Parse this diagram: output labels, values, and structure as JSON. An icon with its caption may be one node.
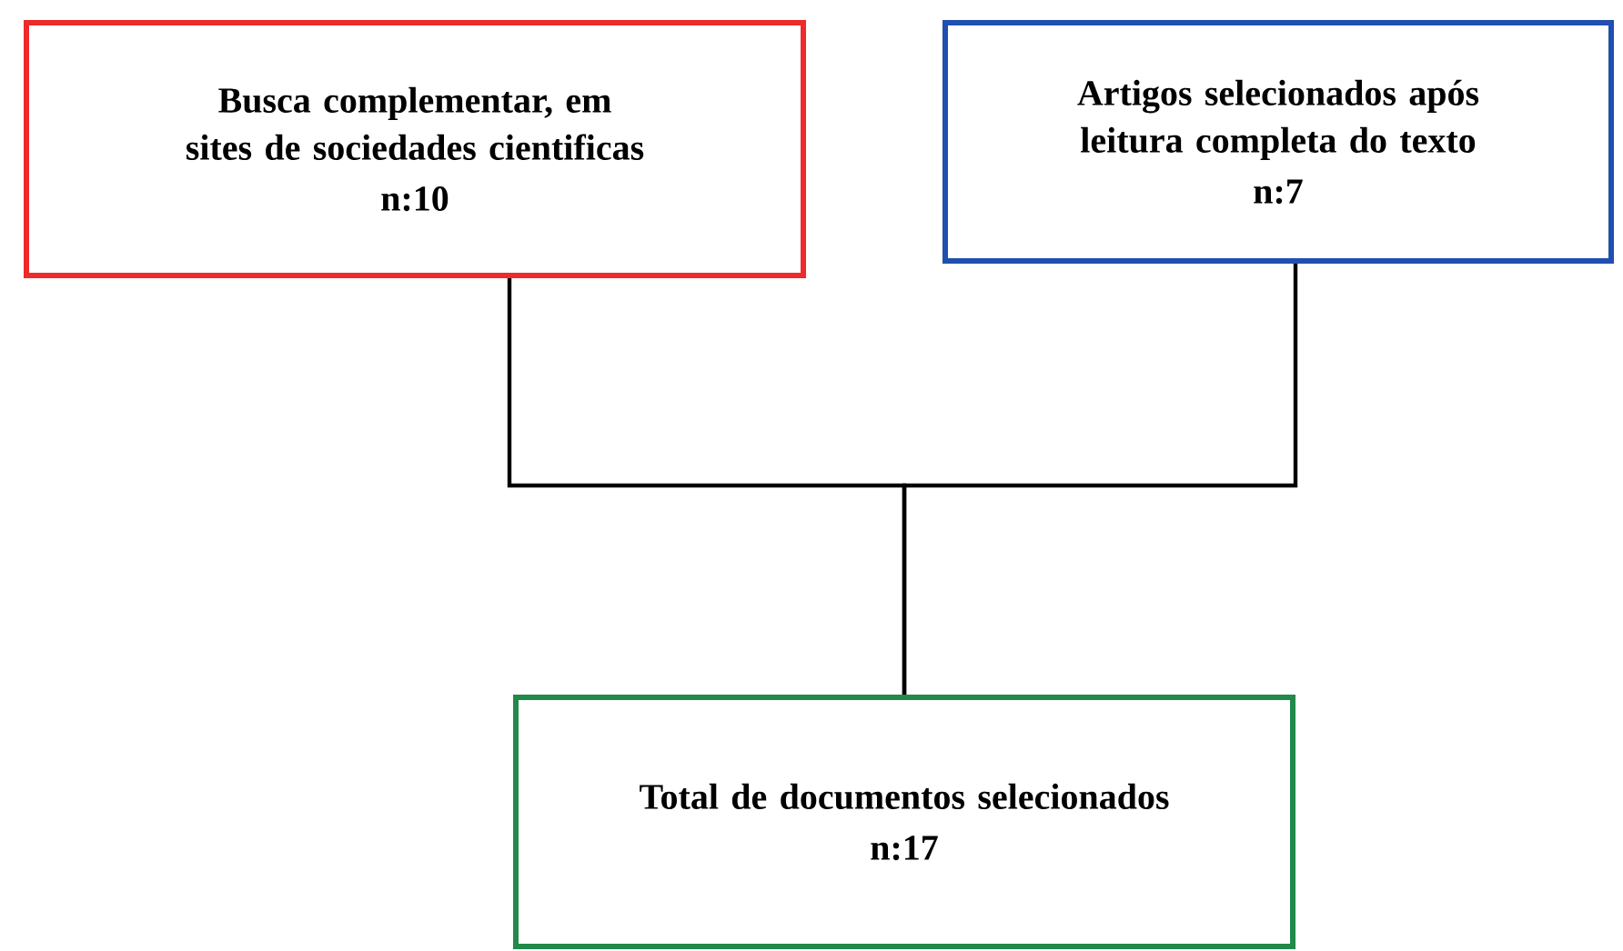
{
  "diagram": {
    "nodes": [
      {
        "text": [
          "Busca complementar, em sites de sociedades cientificas",
          "n:10"
        ]
      },
      {
        "text": [
          "Artigos selecionados após leitura completa do texto",
          "n:7"
        ]
      },
      {
        "text": [
          "Total de documentos selecionados",
          "n:17"
        ]
      }
    ],
    "edges": [
      {
        "from": 0,
        "to": 2,
        "arrow": "none"
      },
      {
        "from": 1,
        "to": 2,
        "arrow": "none"
      }
    ]
  }
}
